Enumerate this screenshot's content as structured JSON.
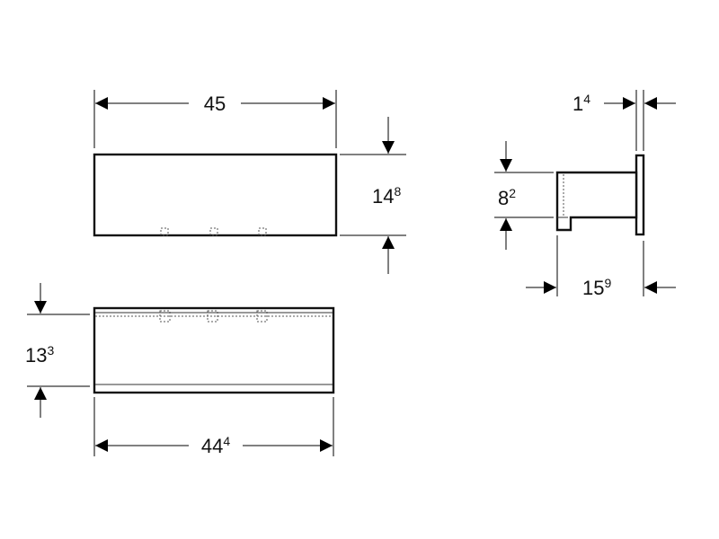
{
  "dimensions": {
    "top_width": {
      "main": "45",
      "sup": ""
    },
    "top_height": {
      "main": "14",
      "sup": "8"
    },
    "front_height": {
      "main": "13",
      "sup": "3"
    },
    "front_width": {
      "main": "44",
      "sup": "4"
    },
    "side_thickness": {
      "main": "1",
      "sup": "4"
    },
    "side_height": {
      "main": "8",
      "sup": "2"
    },
    "side_depth": {
      "main": "15",
      "sup": "9"
    }
  },
  "colors": {
    "line": "#000000",
    "background": "#ffffff"
  }
}
